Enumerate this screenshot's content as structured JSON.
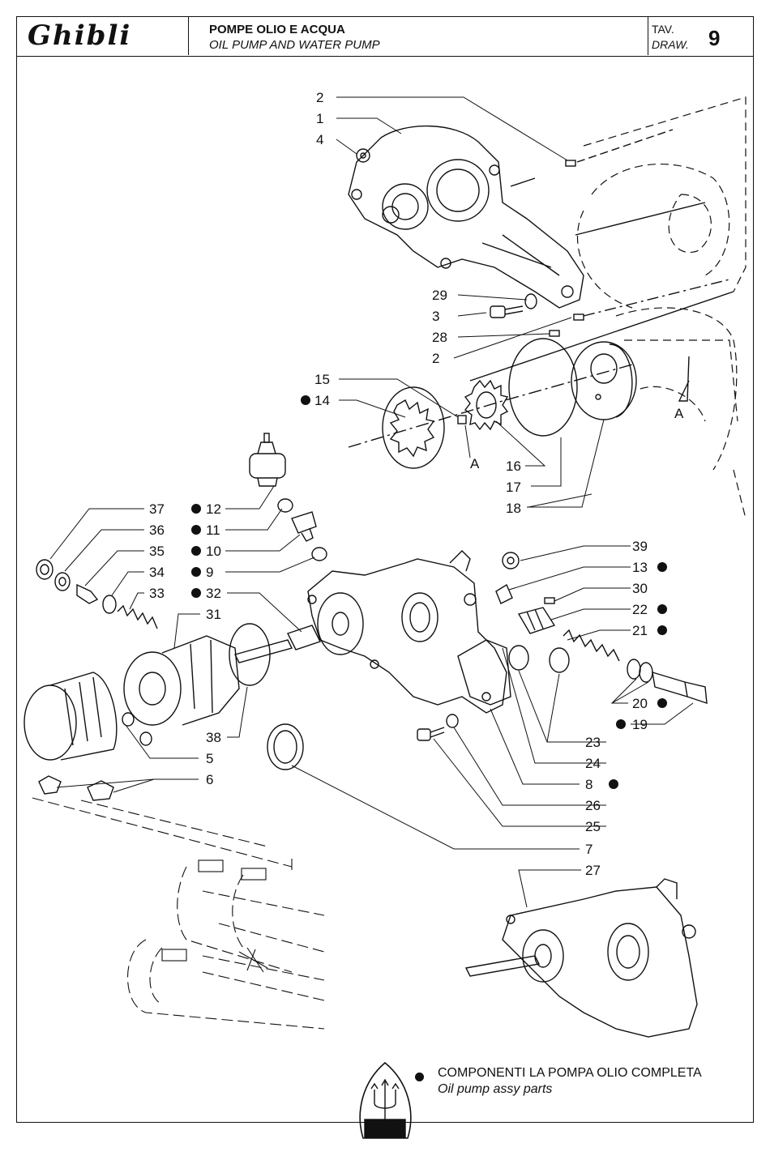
{
  "header": {
    "brand": "Ghibli",
    "title_it": "POMPE OLIO E ACQUA",
    "title_en": "OIL PUMP AND WATER PUMP",
    "tav_label": "TAV.",
    "draw_label": "DRAW.",
    "number": "9"
  },
  "callouts": {
    "p1": "1",
    "p2a": "2",
    "p2b": "2",
    "p3": "3",
    "p4": "4",
    "p5": "5",
    "p6": "6",
    "p7": "7",
    "p8": "8",
    "p9": "9",
    "p10": "10",
    "p11": "11",
    "p12": "12",
    "p13": "13",
    "p14": "14",
    "p15": "15",
    "p16": "16",
    "p17": "17",
    "p18": "18",
    "p19": "19",
    "p20": "20",
    "p21": "21",
    "p22": "22",
    "p23": "23",
    "p24": "24",
    "p25": "25",
    "p26": "26",
    "p27": "27",
    "p28": "28",
    "p29": "29",
    "p30": "30",
    "p31": "31",
    "p32": "32",
    "p33": "33",
    "p34": "34",
    "p35": "35",
    "p36": "36",
    "p37": "37",
    "p38": "38",
    "p39": "39",
    "section_a1": "A",
    "section_a2": "A"
  },
  "legend": {
    "text_it": "COMPONENTI LA POMPA OLIO COMPLETA",
    "text_en": "Oil pump assy parts"
  }
}
